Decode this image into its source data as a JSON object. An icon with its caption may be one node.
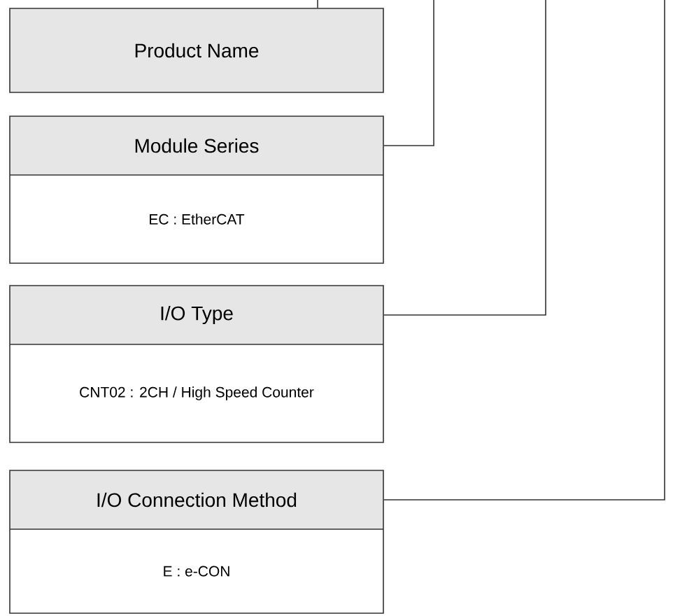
{
  "diagram": {
    "nodes": [
      {
        "text": [
          "Product Name"
        ]
      },
      {
        "text": [
          "Module Series",
          "EC : EtherCAT"
        ]
      },
      {
        "text": [
          "I/O Type",
          "CNT02 : 2CH / High Speed Counter"
        ]
      },
      {
        "text": [
          "I/O Connection Method",
          "E : e-CON"
        ]
      }
    ],
    "edges": [
      {
        "from": 0,
        "to": null,
        "arrow": "none"
      },
      {
        "from": 1,
        "to": null,
        "arrow": "none"
      },
      {
        "from": 2,
        "to": null,
        "arrow": "none"
      },
      {
        "from": 3,
        "to": null,
        "arrow": "none"
      }
    ]
  }
}
